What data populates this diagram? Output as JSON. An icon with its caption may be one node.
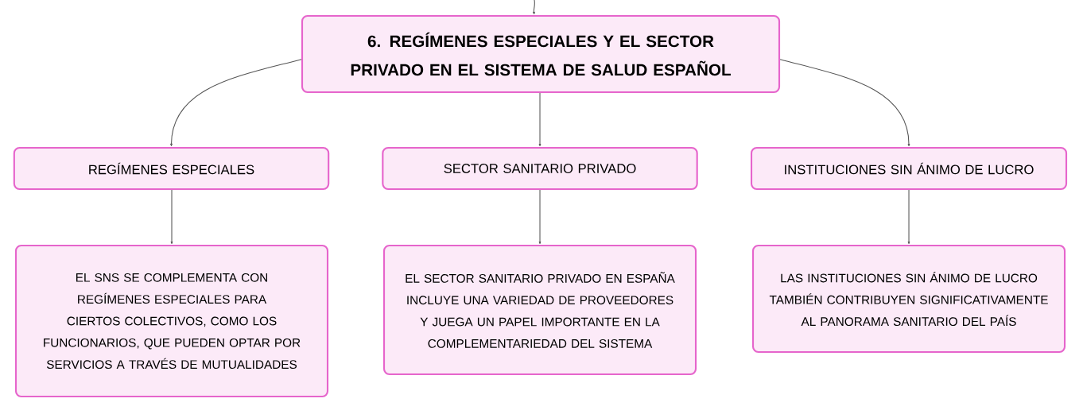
{
  "diagram": {
    "nodes": [
      {
        "text": [
          "6. REGÍMENES ESPECIALES Y EL SECTOR PRIVADO EN EL SISTEMA DE SALUD ESPAÑOL"
        ]
      },
      {
        "text": [
          "REGÍMENES ESPECIALES"
        ]
      },
      {
        "text": [
          "SECTOR SANITARIO PRIVADO"
        ]
      },
      {
        "text": [
          "INSTITUCIONES SIN ÁNIMO DE LUCRO"
        ]
      },
      {
        "text": [
          "EL SNS SE COMPLEMENTA CON REGÍMENES ESPECIALES PARA CIERTOS COLECTIVOS, COMO LOS FUNCIONARIOS, QUE PUEDEN OPTAR POR SERVICIOS A TRAVÉS DE MUTUALIDADES"
        ]
      },
      {
        "text": [
          "EL SECTOR SANITARIO PRIVADO EN ESPAÑA INCLUYE UNA VARIEDAD DE PROVEEDORES Y JUEGA UN PAPEL IMPORTANTE EN LA COMPLEMENTARIEDAD DEL SISTEMA"
        ]
      },
      {
        "text": [
          "LAS INSTITUCIONES SIN ÁNIMO DE LUCRO TAMBIÉN CONTRIBUYEN SIGNIFICATIVAMENTE AL PANORAMA SANITARIO DEL PAÍS"
        ]
      }
    ],
    "edges": [
      {
        "from": null,
        "to": 0,
        "arrow": "to"
      },
      {
        "from": 0,
        "to": 1,
        "arrow": "to"
      },
      {
        "from": 0,
        "to": 2,
        "arrow": "to"
      },
      {
        "from": 0,
        "to": 3,
        "arrow": "to"
      },
      {
        "from": 1,
        "to": 4,
        "arrow": "to"
      },
      {
        "from": 2,
        "to": 5,
        "arrow": "to"
      },
      {
        "from": 3,
        "to": 6,
        "arrow": "to"
      }
    ]
  }
}
